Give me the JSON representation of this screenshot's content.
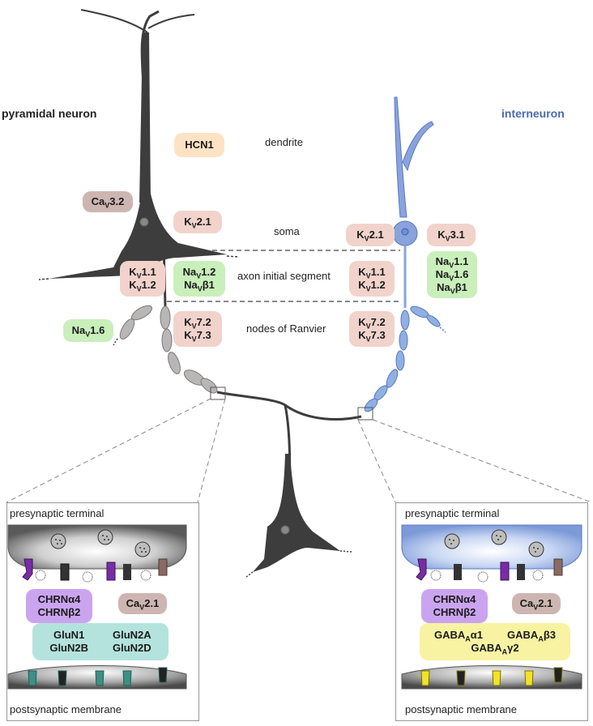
{
  "labels": {
    "pyramidal": "pyramidal neuron",
    "interneuron": "interneuron",
    "dendrite": "dendrite",
    "soma": "soma",
    "ais": "axon initial segment",
    "nodes": "nodes of Ranvier",
    "pre_left": "presynaptic terminal",
    "post_left": "postsynaptic membrane",
    "pre_right": "presynaptic terminal",
    "post_right": "postsynaptic membrane"
  },
  "channels": {
    "hcn1": "HCN1",
    "cav32_base": "Ca",
    "cav32_sub": "V",
    "cav32_num": "3.2",
    "kv21_base": "K",
    "kv21_sub": "V",
    "kv21_num": "2.1",
    "nav16_base": "Na",
    "nav16_sub": "V",
    "nav16_num": "1.6",
    "kv11": "1.1",
    "kv12": "1.2",
    "nav12": "1.2",
    "navb1": "β1",
    "kv72": "7.2",
    "kv73": "7.3",
    "kv31": "3.1",
    "nav11": "1.1",
    "nav16": "1.6",
    "chrna4": "CHRNα4",
    "chrnb2": "CHRNβ2",
    "cav21": "2.1",
    "glun1": "GluN1",
    "glun2a": "GluN2A",
    "glun2b": "GluN2B",
    "glun2d": "GluN2D",
    "gaba_base": "GABA",
    "gaba_sub": "A",
    "gaba_a1": "α1",
    "gaba_b3": "β3",
    "gaba_g2": "γ2"
  },
  "colors": {
    "pyramidal": "#3d3d3d",
    "interneuron": "#8aa3dc",
    "interneuron_label": "#4a6ab0",
    "pink": "#f1d3cc",
    "green": "#c9efbb",
    "orange": "#fde3c4",
    "purple": "#cba4ef",
    "teal": "#b4e3de",
    "yellow": "#f8f3a2"
  }
}
